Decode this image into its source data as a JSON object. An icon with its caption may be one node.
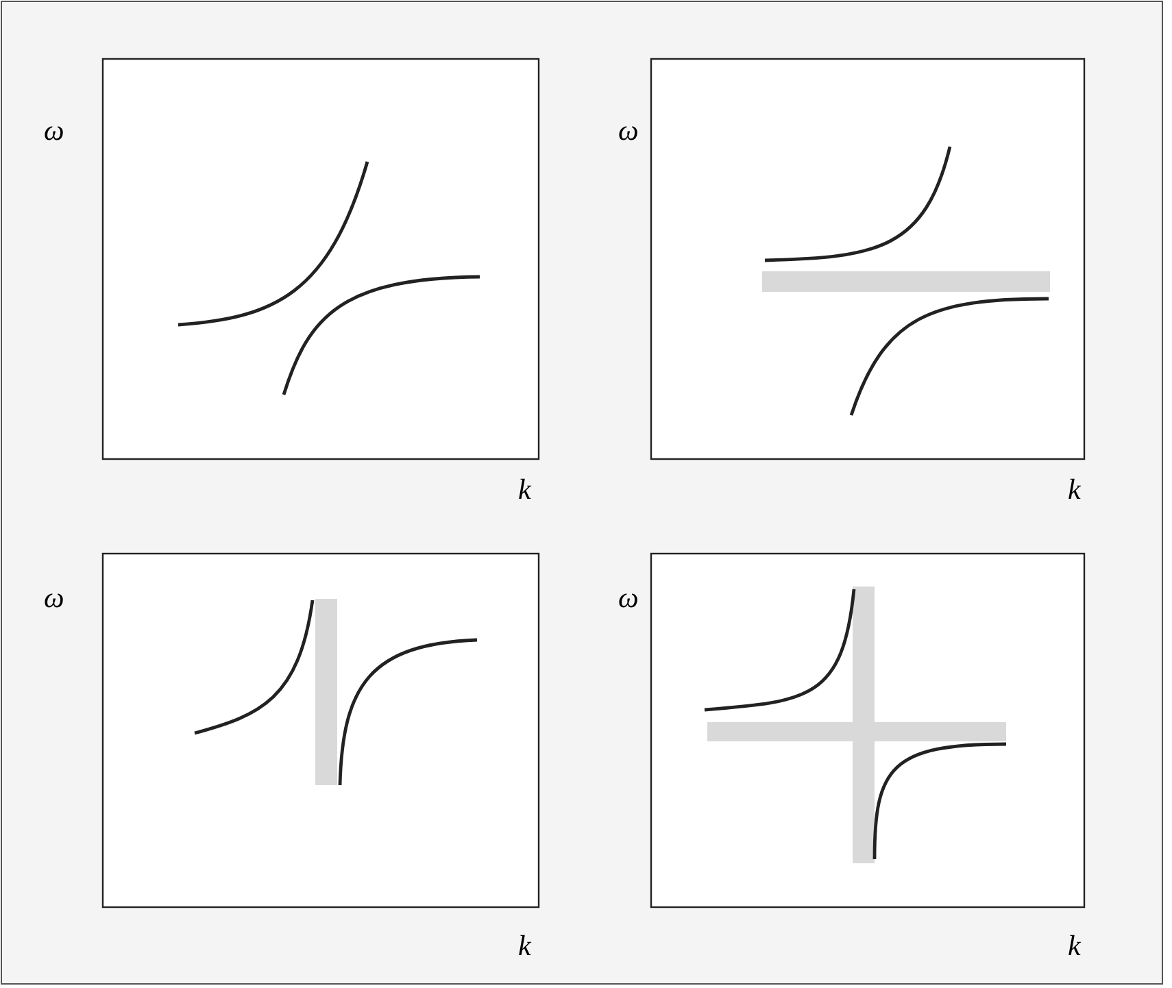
{
  "diagram": {
    "labels": [
      "ω",
      "ω",
      "k",
      "k",
      "ω",
      "ω",
      "k",
      "k"
    ]
  }
}
